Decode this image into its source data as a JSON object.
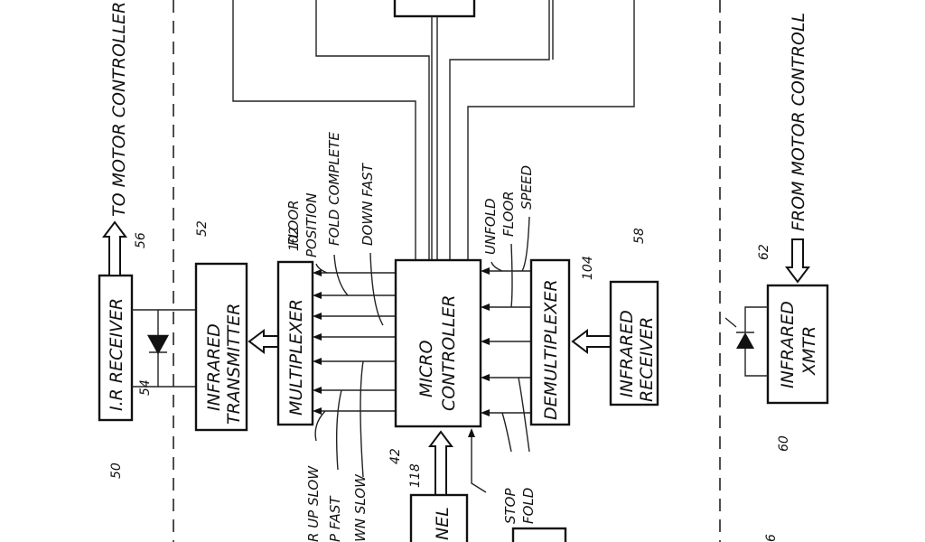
{
  "colors": {
    "ink": "#111111",
    "paper": "#ffffff"
  },
  "labels": {
    "to_motor_controller": "TO MOTOR CONTROLLER",
    "from_motor_controller": "FROM MOTOR CONTROLL",
    "ir_receiver": "I.R RECEIVER",
    "infrared_transmitter_l1": "INFRARED",
    "infrared_transmitter_l2": "TRANSMITTER",
    "multiplexer": "MULTIPLEXER",
    "micro_controller_l1": "MICRO",
    "micro_controller_l2": "CONTROLLER",
    "demultiplexer": "DEMULTIPLEXER",
    "infrared_receiver_l1": "INFRARED",
    "infrared_receiver_l2": "RECEIVER",
    "infrared_xmtr_l1": "INFRARED",
    "infrared_xmtr_l2": "XMTR",
    "panel_partial": "NEL",
    "floor_position_l1": "FLOOR",
    "floor_position_l2": "POSITION",
    "fold_complete": "FOLD COMPLETE",
    "down_fast": "DOWN FAST",
    "unfold": "UNFOLD",
    "floor": "FLOOR",
    "speed": "SPEED",
    "up_slow": "R UP SLOW",
    "up_fast": "P FAST",
    "down_slow": "WN SLOW",
    "stop": "STOP",
    "fold": "FOLD"
  },
  "refs": {
    "r50": "50",
    "r52": "52",
    "r54": "54",
    "r56": "56",
    "r58": "58",
    "r60": "60",
    "r62": "62",
    "r42": "42",
    "r102": "102",
    "r104": "104",
    "r118": "118",
    "r6": "6"
  }
}
